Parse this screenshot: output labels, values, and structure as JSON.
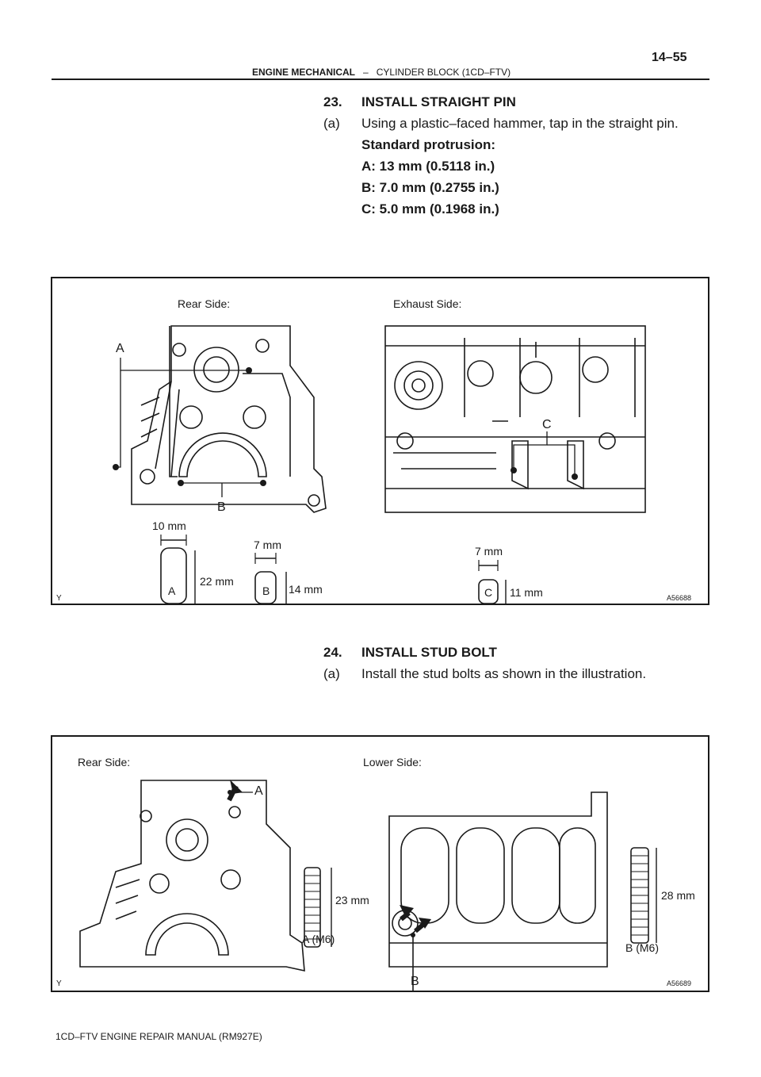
{
  "header": {
    "page_number": "14–55",
    "section": "ENGINE MECHANICAL",
    "separator": "–",
    "subsection": "CYLINDER BLOCK (1CD–FTV)"
  },
  "step23": {
    "number": "23.",
    "title": "INSTALL STRAIGHT PIN",
    "sub_letter": "(a)",
    "sub_text": "Using a plastic–faced hammer, tap in the straight pin.",
    "spec_title": "Standard protrusion:",
    "spec_a": "A: 13 mm (0.5118 in.)",
    "spec_b": "B: 7.0 mm (0.2755 in.)",
    "spec_c": "C: 5.0 mm (0.1968 in.)"
  },
  "figure1": {
    "rear_side_label": "Rear Side:",
    "exhaust_side_label": "Exhaust Side:",
    "label_a": "A",
    "label_b": "B",
    "label_c": "C",
    "pin_a_width": "10 mm",
    "pin_a_length": "22 mm",
    "pin_a_letter": "A",
    "pin_b_width": "7 mm",
    "pin_b_length": "14 mm",
    "pin_b_letter": "B",
    "pin_c_width": "7 mm",
    "pin_c_length": "11 mm",
    "pin_c_letter": "C",
    "corner_mark": "Y",
    "figure_code": "A56688"
  },
  "step24": {
    "number": "24.",
    "title": "INSTALL STUD BOLT",
    "sub_letter": "(a)",
    "sub_text": "Install the stud bolts as shown in the illustration."
  },
  "figure2": {
    "rear_side_label": "Rear Side:",
    "lower_side_label": "Lower Side:",
    "label_a": "A",
    "label_b": "B",
    "bolt_a_length": "23 mm",
    "bolt_a_name": "A (M6)",
    "bolt_b_length": "28 mm",
    "bolt_b_name": "B (M6)",
    "corner_mark": "Y",
    "figure_code": "A56689"
  },
  "footer": {
    "manual": "1CD–FTV ENGINE REPAIR MANUAL   (RM927E)"
  }
}
